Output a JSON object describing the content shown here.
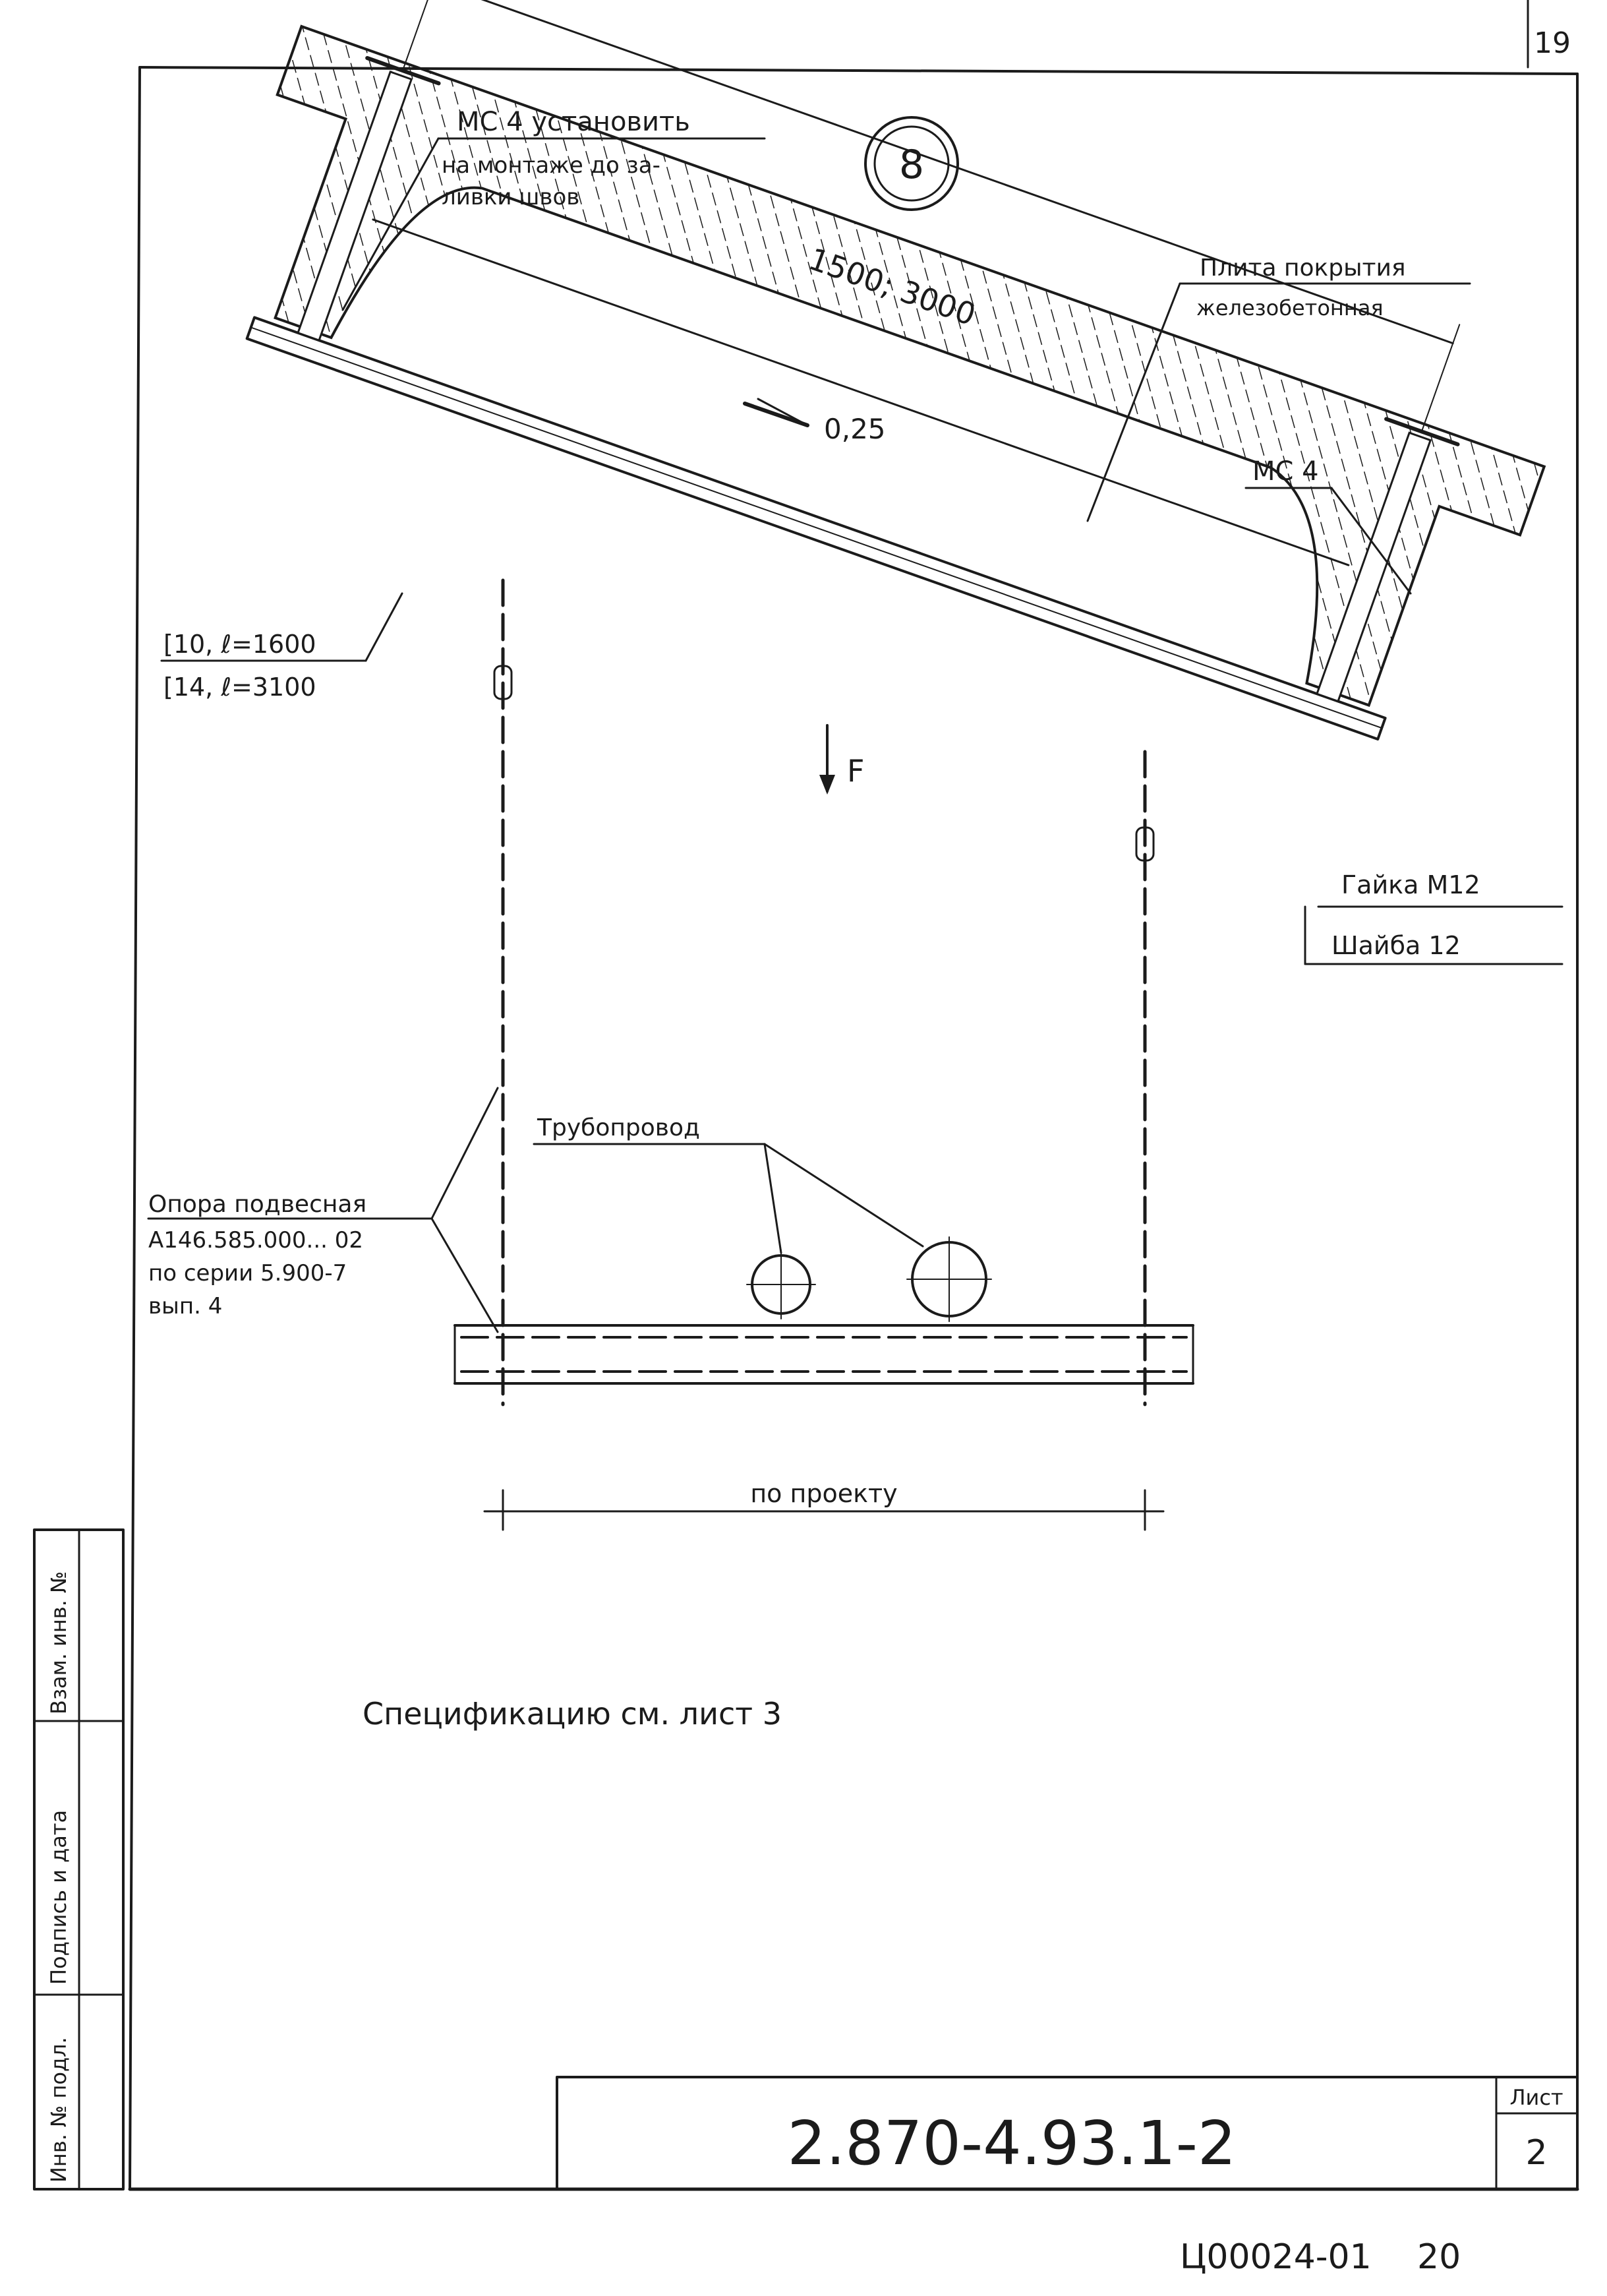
{
  "corner_page_number": "19",
  "detail_number": "8",
  "labels": {
    "mc4_top_line1": "МС 4   установить",
    "mc4_top_line2": "на монтаже до за-",
    "mc4_top_line3": "ливки швов",
    "slab_line1": "Плита покрытия",
    "slab_line2": "железобетонная",
    "span_dims": "1500;   3000",
    "slope": "0,25",
    "mc4_right": "МС 4",
    "channel_line1": "[10, ℓ=1600",
    "channel_line2": "[14, ℓ=3100",
    "force": "F",
    "nut": "Гайка М12",
    "washer": "Шайба 12",
    "pipeline": "Трубопровод",
    "support_line1": "Опора подвесная",
    "support_line2": "А146.585.000... 02",
    "support_line3": "по серии 5.900-7",
    "support_line4": "вып. 4",
    "spacing": "по проекту",
    "spec_note": "Спецификацию  см.  лист 3"
  },
  "title_block": {
    "drawing_code": "2.870-4.93.1-2",
    "sheet_label": "Лист",
    "sheet_number": "2"
  },
  "side_stamp": {
    "inv_no_orig": "Инв. № подл.",
    "sign_date": "Подпись и дата",
    "replaced_inv": "Взам. инв. №"
  },
  "footer": {
    "archive_code": "Ц00024-01",
    "archive_page": "20"
  }
}
